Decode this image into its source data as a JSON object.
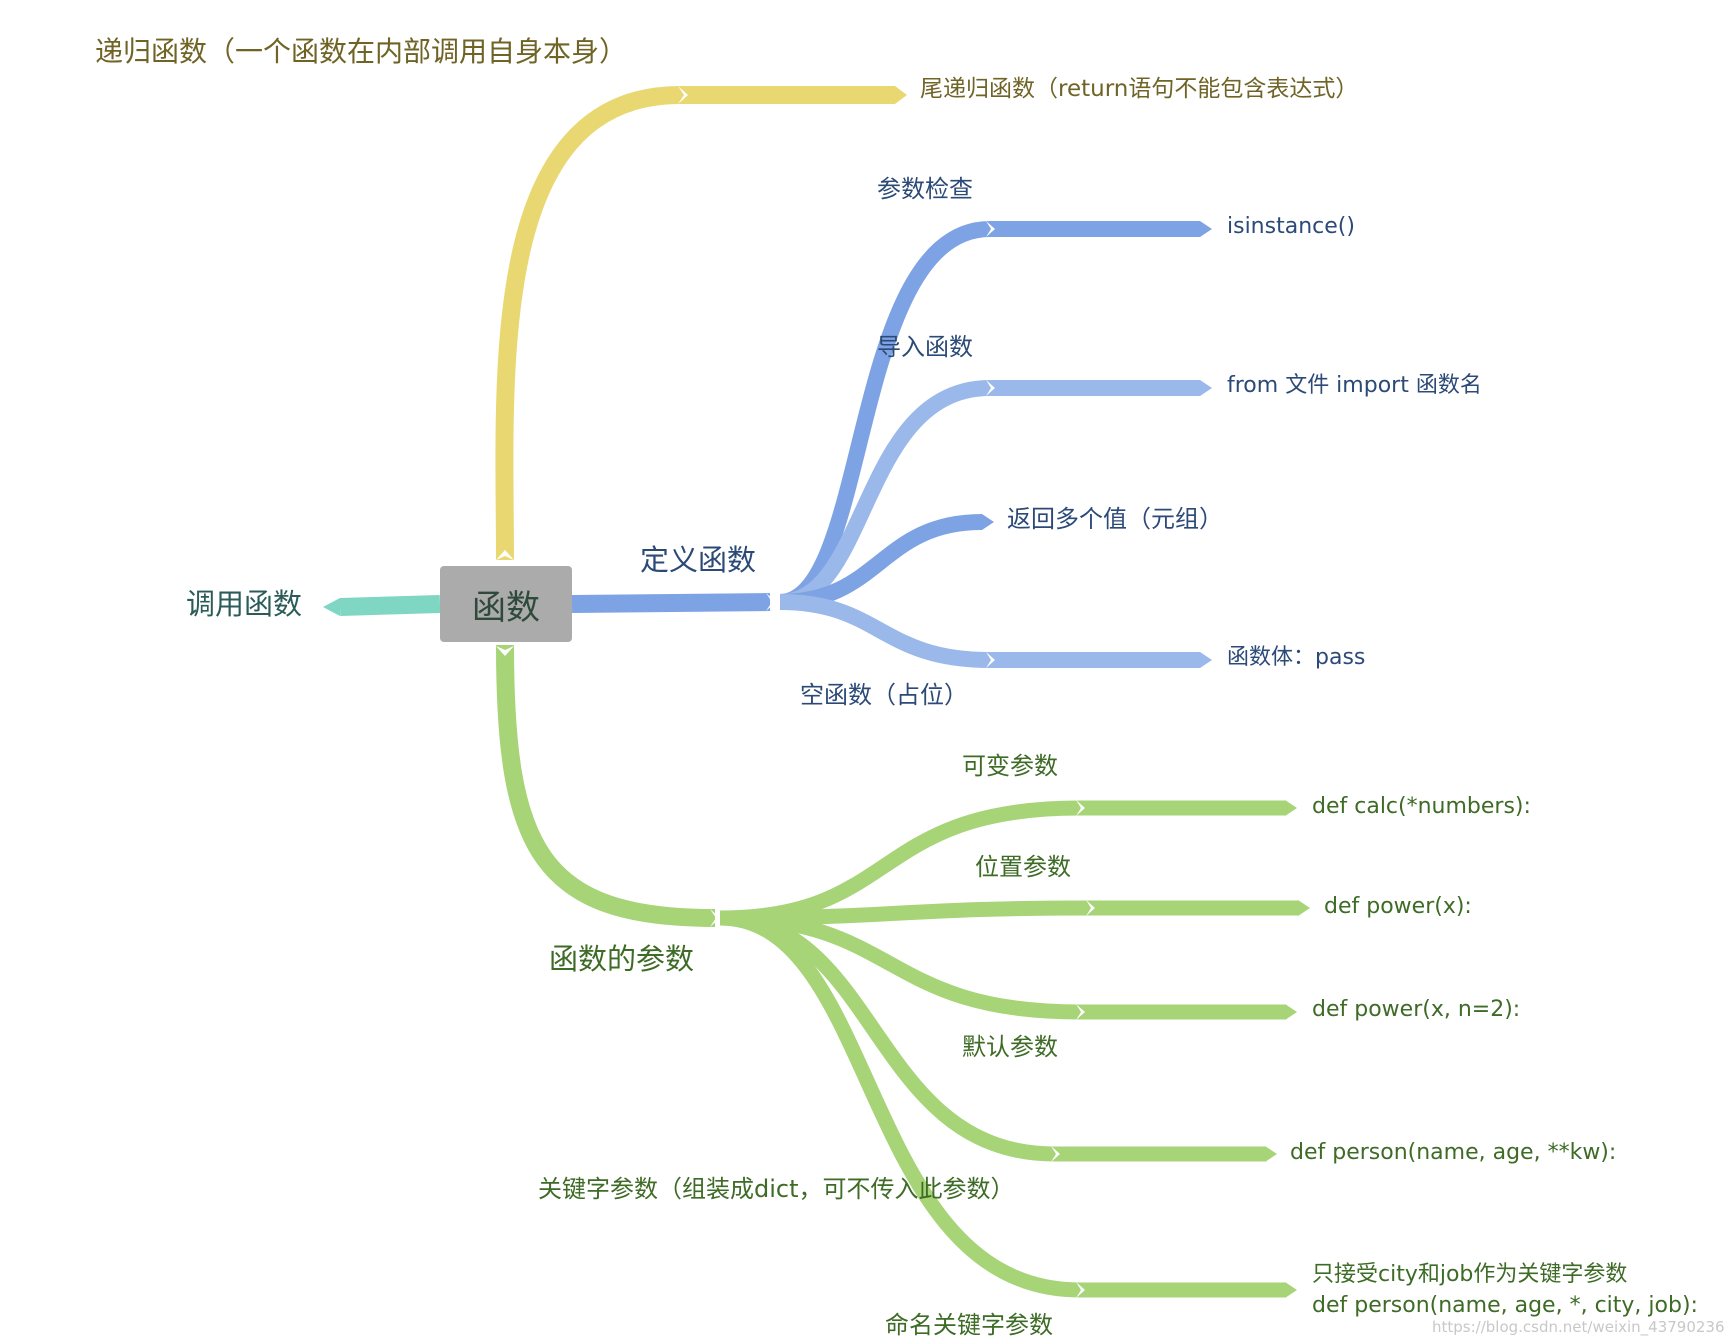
{
  "colors": {
    "yellow": "#e9d872",
    "blue": "#7ea3e4",
    "blue_light": "#9ab8ea",
    "green": "#a6d477",
    "teal": "#7fd6c2",
    "center_bg": "#ababab",
    "text_yellow": "#6f6426",
    "text_blue": "#2c4a78",
    "text_green": "#3e6b26",
    "text_teal": "#2b5c5a",
    "text_center": "#2f4a3c"
  },
  "center": {
    "label": "函数"
  },
  "branches": {
    "recursion": {
      "label": "递归函数（一个函数在内部调用自身本身）",
      "leaf": "尾递归函数（return语句不能包含表达式）"
    },
    "call": {
      "label": "调用函数"
    },
    "define": {
      "label": "定义函数",
      "children": [
        {
          "label": "参数检查",
          "leaf": "isinstance()"
        },
        {
          "label": "导入函数",
          "leaf": "from 文件 import 函数名"
        },
        {
          "label": "返回多个值（元组）"
        },
        {
          "label": "空函数（占位）",
          "leaf": "函数体：pass"
        }
      ]
    },
    "params": {
      "label": "函数的参数",
      "children": [
        {
          "label": "可变参数",
          "leaf": "def calc(*numbers):"
        },
        {
          "label": "位置参数",
          "leaf": "def power(x):"
        },
        {
          "label": "默认参数",
          "leaf": "def power(x, n=2):"
        },
        {
          "label": "关键字参数（组装成dict，可不传入此参数）",
          "leaf": "def person(name, age, **kw):"
        },
        {
          "label": "命名关键字参数",
          "leaf_lines": [
            "只接受city和job作为关键字参数",
            "def person(name, age, *, city, job):"
          ]
        }
      ]
    }
  },
  "watermark": "https://blog.csdn.net/weixin_43790236"
}
